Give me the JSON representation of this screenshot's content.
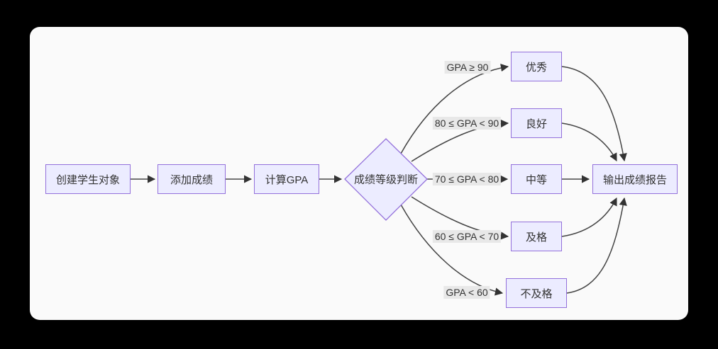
{
  "canvas": {
    "page_background": "#000000",
    "panel_background": "#fafafa"
  },
  "diagram": {
    "type": "flowchart",
    "direction": "left-to-right",
    "colors": {
      "node_fill": "#ECECFF",
      "node_border": "#9370DB",
      "edge_stroke": "#444444",
      "edge_label_background": "#e8e8e8",
      "text": "#333333"
    },
    "nodes": {
      "create": {
        "label": "创建学生对象",
        "shape": "rect"
      },
      "add": {
        "label": "添加成绩",
        "shape": "rect"
      },
      "calc": {
        "label": "计算GPA",
        "shape": "rect"
      },
      "judge": {
        "label": "成绩等级判断",
        "shape": "diamond"
      },
      "excellent": {
        "label": "优秀",
        "shape": "rect"
      },
      "good": {
        "label": "良好",
        "shape": "rect"
      },
      "medium": {
        "label": "中等",
        "shape": "rect"
      },
      "pass": {
        "label": "及格",
        "shape": "rect"
      },
      "fail": {
        "label": "不及格",
        "shape": "rect"
      },
      "report": {
        "label": "输出成绩报告",
        "shape": "rect"
      }
    },
    "edges": [
      {
        "from": "create",
        "to": "add",
        "label": ""
      },
      {
        "from": "add",
        "to": "calc",
        "label": ""
      },
      {
        "from": "calc",
        "to": "judge",
        "label": ""
      },
      {
        "from": "judge",
        "to": "excellent",
        "label": "GPA ≥ 90"
      },
      {
        "from": "judge",
        "to": "good",
        "label": "80 ≤ GPA < 90"
      },
      {
        "from": "judge",
        "to": "medium",
        "label": "70 ≤ GPA < 80"
      },
      {
        "from": "judge",
        "to": "pass",
        "label": "60 ≤ GPA < 70"
      },
      {
        "from": "judge",
        "to": "fail",
        "label": "GPA < 60"
      },
      {
        "from": "excellent",
        "to": "report",
        "label": ""
      },
      {
        "from": "good",
        "to": "report",
        "label": ""
      },
      {
        "from": "medium",
        "to": "report",
        "label": ""
      },
      {
        "from": "pass",
        "to": "report",
        "label": ""
      },
      {
        "from": "fail",
        "to": "report",
        "label": ""
      }
    ]
  }
}
